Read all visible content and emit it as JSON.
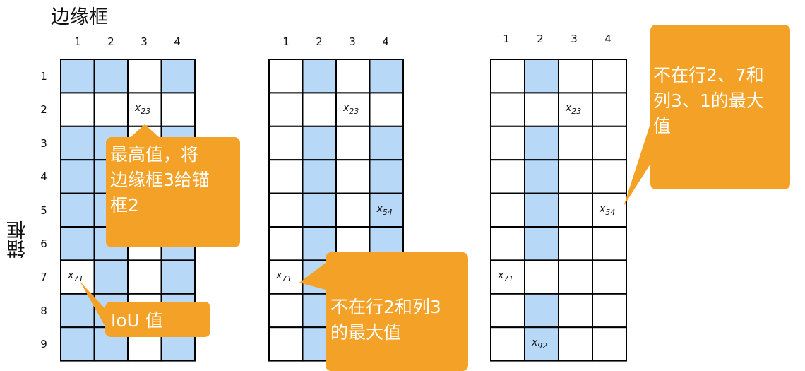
{
  "title": "边缘框",
  "y_axis_label": "锚框",
  "column_numbers": [
    "1",
    "2",
    "3",
    "4"
  ],
  "row_numbers": [
    "1",
    "2",
    "3",
    "4",
    "5",
    "6",
    "7",
    "8",
    "9"
  ],
  "colors": {
    "highlight": "#b8d8f8",
    "callout": "#f4a127",
    "grid": "#000000"
  },
  "grids": [
    {
      "highlighted_cells": [
        [
          1,
          1
        ],
        [
          1,
          2
        ],
        [
          1,
          4
        ],
        [
          3,
          1
        ],
        [
          3,
          2
        ],
        [
          3,
          4
        ],
        [
          4,
          1
        ],
        [
          4,
          2
        ],
        [
          4,
          4
        ],
        [
          5,
          1
        ],
        [
          5,
          2
        ],
        [
          5,
          4
        ],
        [
          6,
          1
        ],
        [
          6,
          2
        ],
        [
          6,
          4
        ],
        [
          7,
          2
        ],
        [
          7,
          4
        ],
        [
          8,
          1
        ],
        [
          8,
          2
        ],
        [
          8,
          4
        ],
        [
          9,
          1
        ],
        [
          9,
          2
        ],
        [
          9,
          4
        ]
      ],
      "labels": [
        {
          "row": 2,
          "col": 3,
          "base": "x",
          "sub": "23"
        },
        {
          "row": 7,
          "col": 1,
          "base": "x",
          "sub": "71"
        }
      ]
    },
    {
      "highlighted_cells": [
        [
          1,
          2
        ],
        [
          1,
          4
        ],
        [
          3,
          2
        ],
        [
          3,
          4
        ],
        [
          4,
          2
        ],
        [
          4,
          4
        ],
        [
          5,
          2
        ],
        [
          5,
          4
        ],
        [
          6,
          2
        ],
        [
          6,
          4
        ],
        [
          7,
          2
        ],
        [
          8,
          2
        ],
        [
          9,
          2
        ]
      ],
      "labels": [
        {
          "row": 2,
          "col": 3,
          "base": "x",
          "sub": "23"
        },
        {
          "row": 5,
          "col": 4,
          "base": "x",
          "sub": "54"
        },
        {
          "row": 7,
          "col": 1,
          "base": "x",
          "sub": "71"
        }
      ]
    },
    {
      "highlighted_cells": [
        [
          1,
          2
        ],
        [
          3,
          2
        ],
        [
          4,
          2
        ],
        [
          5,
          2
        ],
        [
          6,
          2
        ],
        [
          8,
          2
        ],
        [
          9,
          2
        ]
      ],
      "labels": [
        {
          "row": 2,
          "col": 3,
          "base": "x",
          "sub": "23"
        },
        {
          "row": 5,
          "col": 4,
          "base": "x",
          "sub": "54"
        },
        {
          "row": 7,
          "col": 1,
          "base": "x",
          "sub": "71"
        },
        {
          "row": 9,
          "col": 2,
          "base": "x",
          "sub": "92"
        }
      ]
    }
  ],
  "callouts": [
    {
      "lines": [
        "最高值，将",
        "边缘框3给锚",
        "框2"
      ]
    },
    {
      "lines": [
        "IoU 值"
      ]
    },
    {
      "lines": [
        "不在行2和列3",
        "的最大值"
      ]
    },
    {
      "lines": [
        "不在行2、7和",
        "列3、1的最大",
        "值"
      ]
    }
  ]
}
